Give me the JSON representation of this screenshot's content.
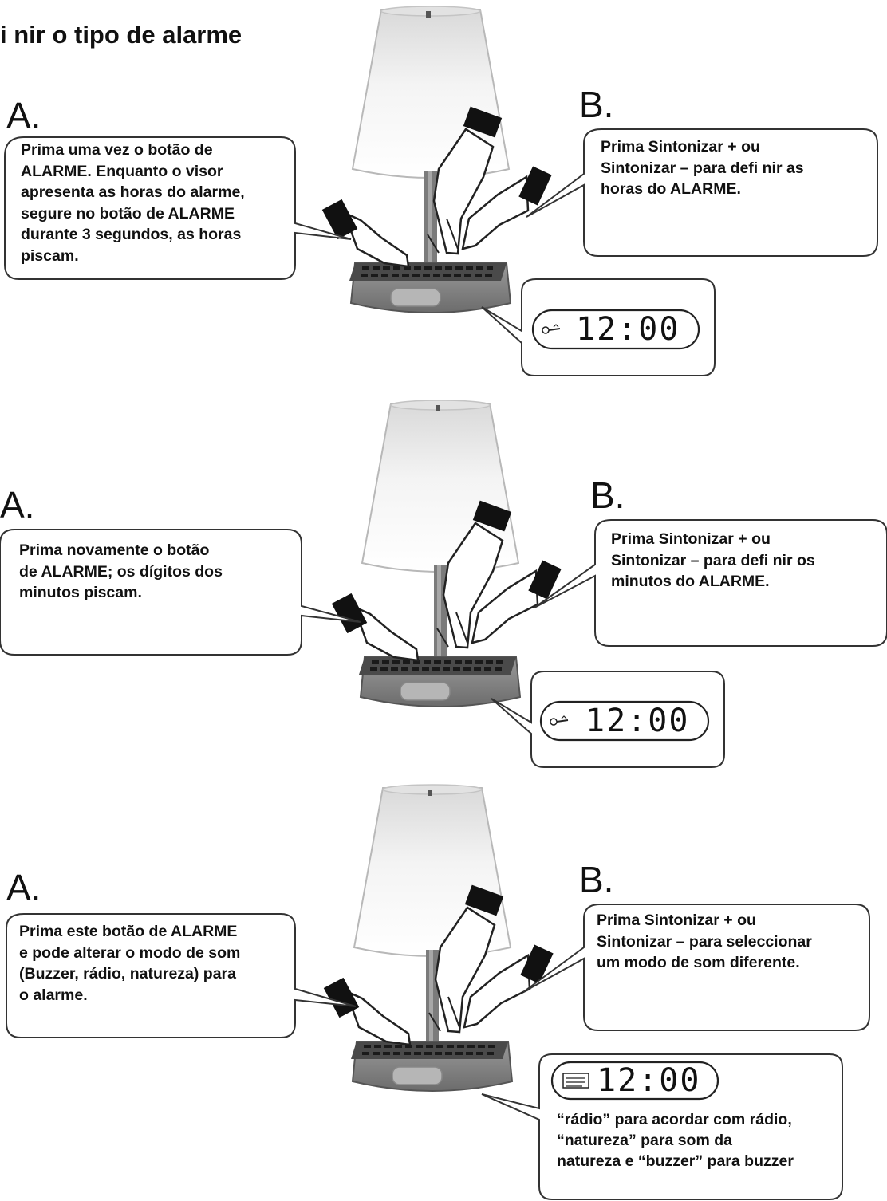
{
  "title": "i nir o tipo de alarme",
  "steps": [
    {
      "a_letter": "A.",
      "a_text": "Prima uma vez o botão de\nALARME. Enquanto o visor\napresenta as horas do alarme,\nsegure no botão de ALARME\ndurante 3 segundos, as horas\npiscam.",
      "b_letter": "B.",
      "b_text": "Prima Sintonizar + ou\nSintonizar – para defi nir as\nhoras do ALARME.",
      "display_time": "12:00"
    },
    {
      "a_letter": "A.",
      "a_text": "Prima novamente o botão\nde ALARME; os dígitos dos\nminutos piscam.",
      "b_letter": "B.",
      "b_text": "Prima Sintonizar + ou\nSintonizar – para defi nir os\nminutos do ALARME.",
      "display_time": "12:00"
    },
    {
      "a_letter": "A.",
      "a_text": "Prima este botão de ALARME\ne pode alterar o modo de som\n(Buzzer, rádio, natureza) para\no alarme.",
      "b_letter": "B.",
      "b_text": "Prima Sintonizar + ou\nSintonizar – para seleccionar\num modo de som diferente.",
      "display_time": "12:00",
      "display_note": "“rádio” para acordar com rádio,\n“natureza” para som da\nnatureza e “buzzer” para buzzer"
    }
  ]
}
